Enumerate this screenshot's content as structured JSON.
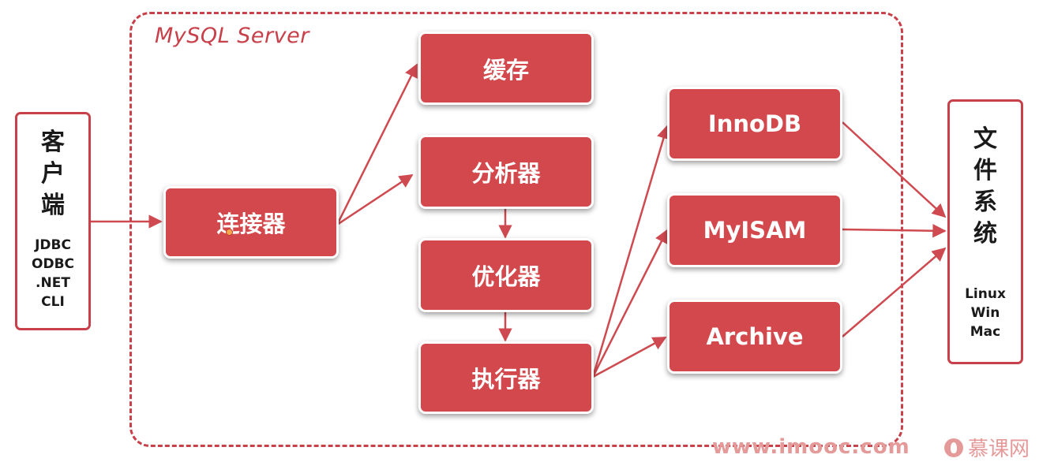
{
  "server": {
    "label": "MySQL Server"
  },
  "client": {
    "title": [
      "客",
      "户",
      "端"
    ],
    "items": [
      "JDBC",
      "ODBC",
      ".NET",
      "CLI"
    ]
  },
  "connector": {
    "label": "连接器"
  },
  "pipeline": {
    "cache": "缓存",
    "analyzer": "分析器",
    "optimizer": "优化器",
    "executor": "执行器"
  },
  "engines": [
    "InnoDB",
    "MyISAM",
    "Archive"
  ],
  "filesystem": {
    "title": [
      "文",
      "件",
      "系",
      "统"
    ],
    "items": [
      "Linux",
      "Win",
      "Mac"
    ]
  },
  "watermark": {
    "url": "www.imooc.com",
    "brand": "慕课网"
  },
  "colors": {
    "accent": "#d3484c",
    "frame": "#c8404a",
    "wire": "#cf4a50"
  }
}
